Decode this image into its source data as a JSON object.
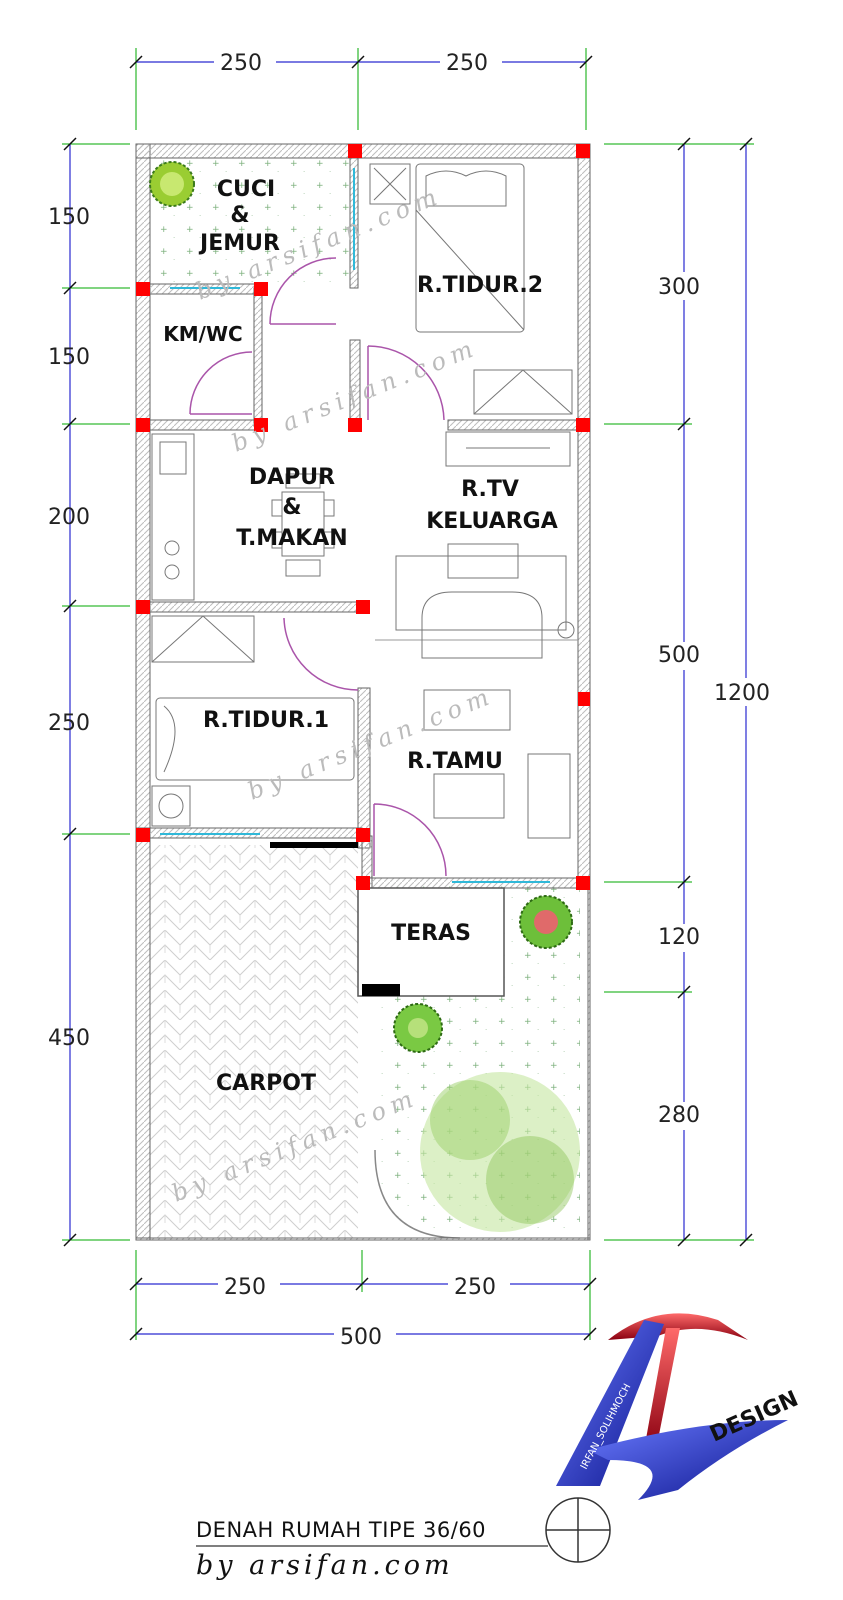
{
  "dimensions": {
    "top": [
      "250",
      "250"
    ],
    "bottom": [
      "250",
      "250"
    ],
    "total_width": "500",
    "left": [
      "150",
      "150",
      "200",
      "250",
      "450"
    ],
    "right": [
      "300",
      "500",
      "120",
      "280"
    ],
    "total_height": "1200"
  },
  "rooms": {
    "cuci": [
      "CUCI",
      "&",
      "JEMUR"
    ],
    "kmwc": "KM/WC",
    "tidur2": "R.TIDUR.2",
    "dapur": [
      "DAPUR",
      "&",
      "T.MAKAN"
    ],
    "tv": [
      "R.TV",
      "KELUARGA"
    ],
    "tidur1": "R.TIDUR.1",
    "tamu": "R.TAMU",
    "teras": "TERAS",
    "carpot": "CARPOT"
  },
  "watermark": "by arsifan.com",
  "title_block": {
    "title": "DENAH RUMAH TIPE 36/60",
    "byline": "by arsifan.com"
  },
  "logo": {
    "side_text": "IRFAN_SOLIHMOCH",
    "word": "DESIGN"
  },
  "colors": {
    "wall": "#d6d6d6",
    "column": "#ff0000",
    "dimension": "#2a2ad0",
    "extension": "#00aa00",
    "door": "#aa55aa",
    "logo_red": "#c8102e",
    "logo_blue": "#1a2ab8"
  }
}
